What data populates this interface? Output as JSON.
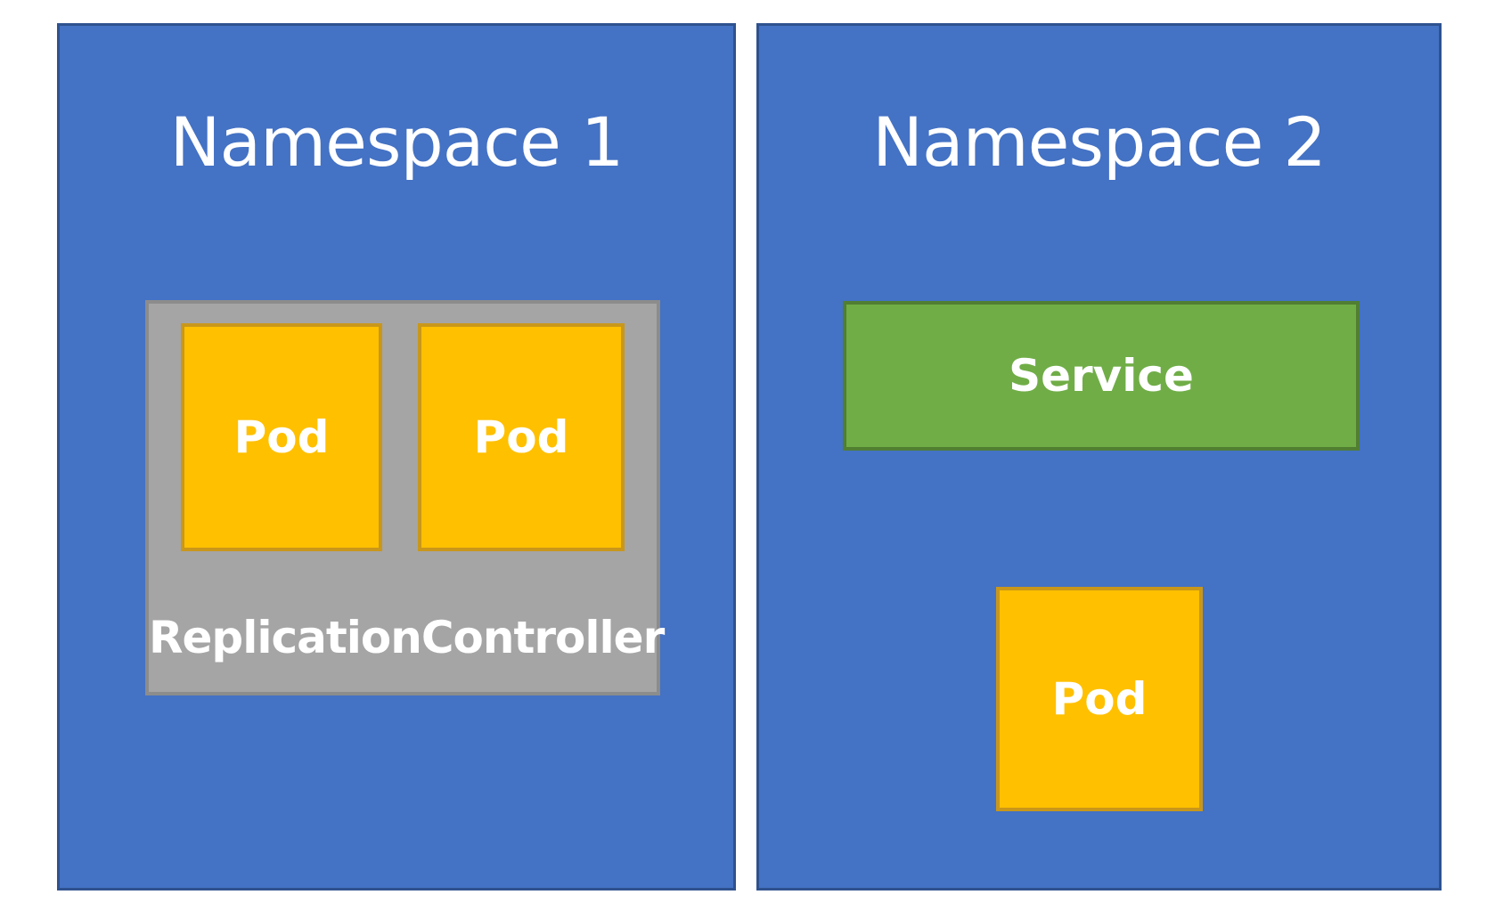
{
  "colors": {
    "namespace": "#4472c4",
    "namespace_border": "#2f528f",
    "replication_controller": "#a5a5a5",
    "pod": "#ffc000",
    "service": "#70ad47",
    "text": "#ffffff"
  },
  "namespace1": {
    "title": "Namespace 1",
    "replication_controller": {
      "label": "ReplicationController",
      "pods": [
        "Pod",
        "Pod"
      ]
    }
  },
  "namespace2": {
    "title": "Namespace 2",
    "service": "Service",
    "pod": "Pod"
  }
}
